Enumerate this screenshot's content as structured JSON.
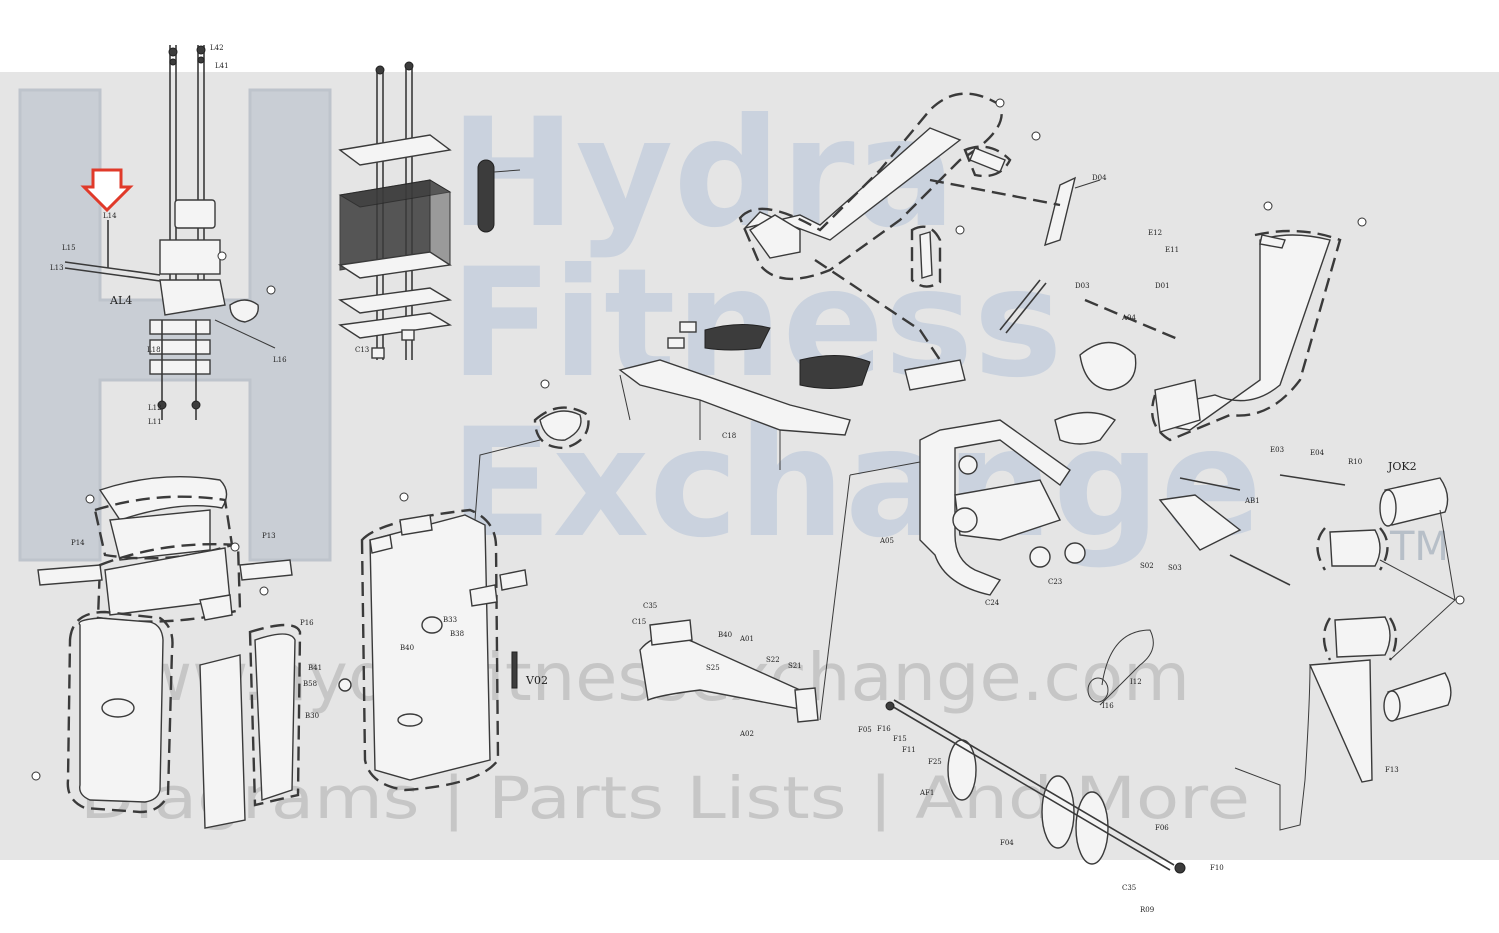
{
  "watermark": {
    "brand_word_1": "Hydra",
    "brand_word_2": "Fitness",
    "brand_word_3": "Exchange",
    "trademark": "TM",
    "url": "www.hydrafitnessexchange.com",
    "tagline": "Diagrams | Parts Lists | And More"
  },
  "highlight": {
    "arrow_color": "#e03a2a"
  },
  "labels": {
    "al4": "AL4",
    "v02": "V02",
    "l14": "L14",
    "l42": "L42",
    "l41": "L41",
    "l15": "L15",
    "l13": "L13",
    "l16": "L16",
    "l18": "L18",
    "l12": "L12",
    "l11": "L11",
    "f05": "F05",
    "f16": "F16",
    "f15": "F15",
    "f11": "F11",
    "f25": "F25",
    "f04": "F04",
    "f06": "F06",
    "f10": "F10",
    "f13": "F13",
    "af1": "AF1",
    "ab1": "AB1",
    "a01": "A01",
    "a02": "A02",
    "a04": "A04",
    "a05": "A05",
    "c35": "C35",
    "c15": "C15",
    "c18": "C18",
    "c24": "C24",
    "c23": "C23",
    "c13": "C13",
    "b40": "B40",
    "b41": "B41",
    "b58": "B58",
    "b30": "B30",
    "b33": "B33",
    "b38": "B38",
    "p13": "P13",
    "p14": "P14",
    "p16": "P16",
    "s02": "S02",
    "s03": "S03",
    "s21": "S21",
    "s22": "S22",
    "s25": "S25",
    "i12": "I12",
    "i16": "I16",
    "d01": "D01",
    "d03": "D03",
    "d04": "D04",
    "e03": "E03",
    "e04": "E04",
    "e11": "E11",
    "e12": "E12",
    "r09": "R09",
    "r10": "R10",
    "jok2": "JOK2"
  }
}
